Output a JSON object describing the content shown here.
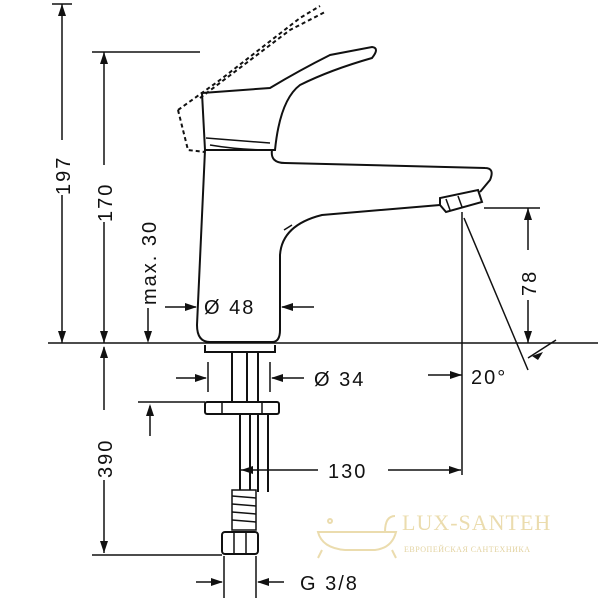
{
  "dimensions": {
    "height_total": "197",
    "height_spout": "170",
    "max_30": "max. 30",
    "spout_height": "78",
    "body_diameter": "Ø 48",
    "hole_diameter": "Ø 34",
    "angle": "20°",
    "hose_length": "390",
    "reach": "130",
    "thread": "G 3/8"
  },
  "watermark": {
    "brand": "LUX-SANTEH",
    "tagline": "ЕВРОПЕЙСКАЯ САНТЕХНИКА",
    "color": "#e9d9a6"
  }
}
